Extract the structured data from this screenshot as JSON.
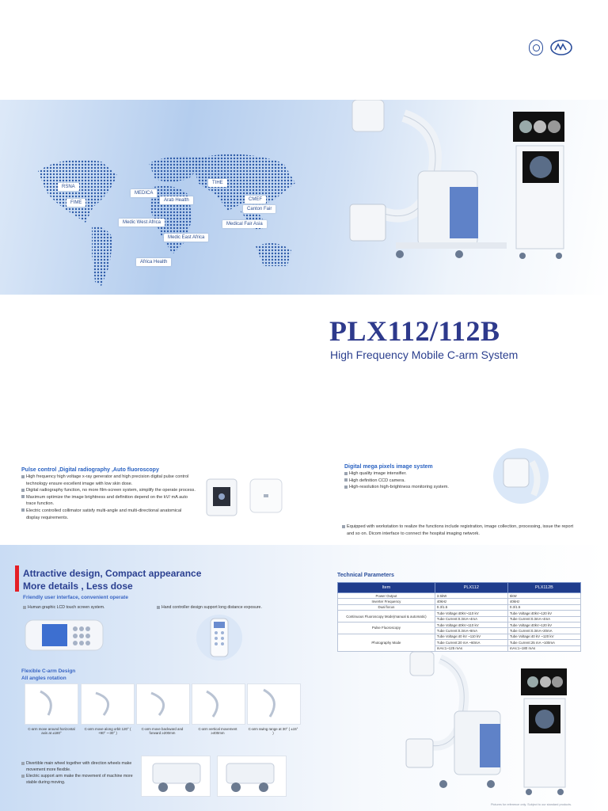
{
  "brand": {
    "logo_left": "certification-seal-icon",
    "logo_right": "company-logo-icon"
  },
  "hero": {
    "tags": [
      {
        "label": "RSNA"
      },
      {
        "label": "MEDICA"
      },
      {
        "label": "TIHE"
      },
      {
        "label": "FIME"
      },
      {
        "label": "Arab Health"
      },
      {
        "label": "CMEF"
      },
      {
        "label": "Canton Fair"
      },
      {
        "label": "Medic West Africa"
      },
      {
        "label": "Medical Fair Asia"
      },
      {
        "label": "Medic East Africa"
      },
      {
        "label": "Africa Health"
      }
    ]
  },
  "product": {
    "title": "PLX112/112B",
    "subtitle": "High Frequency Mobile C-arm System"
  },
  "feature_left": {
    "title": "Pulse control ,Digital radiography ,Auto fluoroscopy",
    "items": [
      "High frequency high voltage x-ray generator and high precision digital pulse control technology ensure excellent image with low skin dose.",
      "Digital radiography function, no more film-screen system, simplify the operate process.",
      "Maximum optimize the image brightness and definition depend on the kV/ mA auto trace function.",
      "Electric controlled collimator satisfy multi-angle and multi-directional anatomical display requirements."
    ]
  },
  "feature_right": {
    "title": "Digital mega pixels image system",
    "items": [
      "High quality image intensifier.",
      "High definition CCD camera.",
      "High-resolution high-brightness monitoring system."
    ],
    "note": "Equipped with workstation to realize the functions include registration, image collection, processing, issue the report and so on. Dicom interface to connect the hospital imaging network."
  },
  "design": {
    "headline1": "Attractive design, Compact appearance",
    "headline2": "More details , Less dose",
    "sub": "Friendly user interface, convenient operate",
    "point1": "Human graphic LCD touch screen system.",
    "point2": "Hand controller design support long distance exposure.",
    "flex_title": "Flexible C-arm Design",
    "flex_sub": "All angles rotation",
    "rotations": [
      "C-arm move around horizontal axis at ±180°",
      "C-arm move along orbit 120° ( +90° ~-30° )",
      "C-arm move backward and forward ≥200mm",
      "C-arm vertical movement ≥400mm",
      "C-arm swing range at 30° ( ±15° )"
    ],
    "wheels": [
      "Divertible main wheel together with direction wheels make movement more flexible.",
      "Electric support arm make the movement of machine more stable during moving."
    ]
  },
  "tech": {
    "title": "Technical Parameters",
    "headers": [
      "Item",
      "PLX112",
      "PLX112B"
    ],
    "rows": [
      {
        "item": "Power Output",
        "a": "3.5kW",
        "b": "5kW"
      },
      {
        "item": "Inverter Frequency",
        "a": "40kHz",
        "b": "40kHz"
      },
      {
        "item": "Dual focus",
        "a": "0.3/1.5",
        "b": "0.3/1.5"
      },
      {
        "item": "Continuous Fluoroscopy Mode(manual & automatic)",
        "a": "Tube Voltage:40kV~110 kV",
        "b": "Tube Voltage:40kV~120 kV"
      },
      {
        "item": "",
        "a": "Tube Current:0.3mA~4mA",
        "b": "Tube Current:0.3mA~4mA"
      },
      {
        "item": "Pulse Fluoroscopy",
        "a": "Tube Voltage:40kV~110 kV",
        "b": "Tube Voltage:40kV~120 kV"
      },
      {
        "item": "",
        "a": "Tube Current:0.3mA~8mA",
        "b": "Tube Current:0.3mA~20mA"
      },
      {
        "item": "Photography Mode",
        "a": "Tube Voltage:40 kV ~110 kV",
        "b": "Tube Voltage:40 kV ~120 kV"
      },
      {
        "item": "",
        "a": "Tube Current:20 mA ~60mA",
        "b": "Tube Current:25 mA ~100mA"
      },
      {
        "item": "",
        "a": "mAs:1~125 mAs",
        "b": "mAs:1~180 mAs"
      }
    ]
  },
  "footnote": "Pictures for reference only. Subject to our standard products."
}
